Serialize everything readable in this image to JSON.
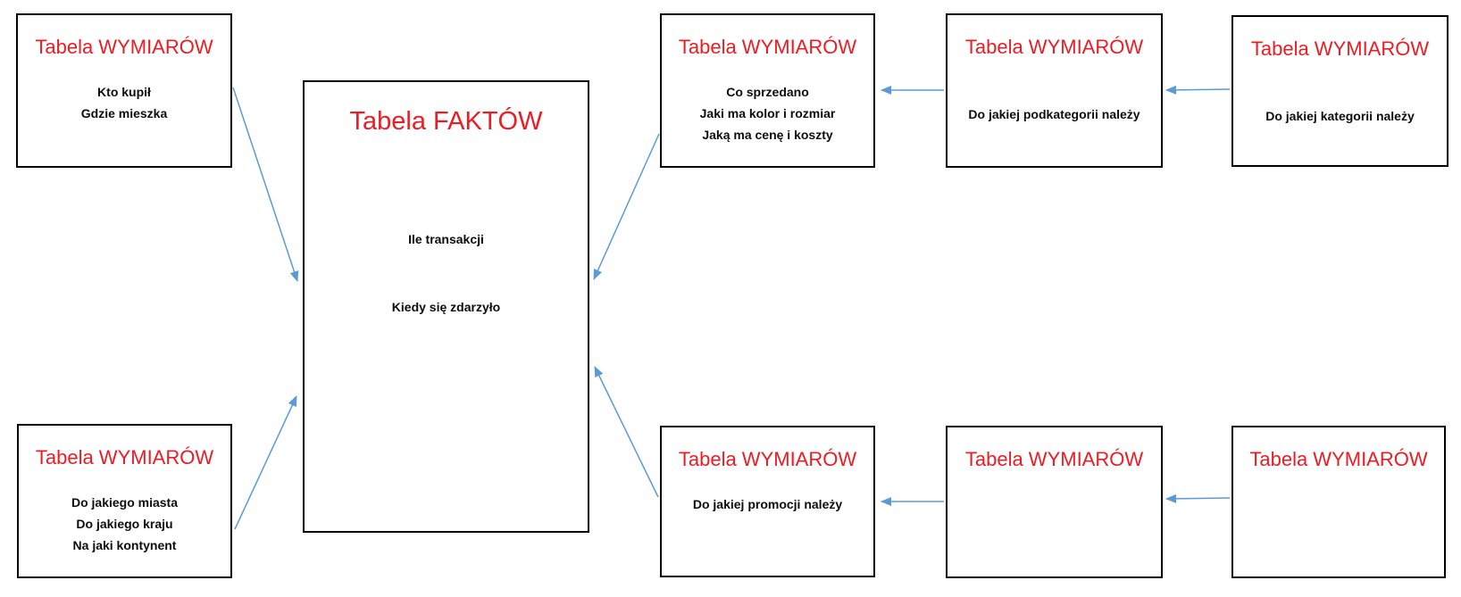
{
  "diagram": {
    "fact_table": {
      "title": "Tabela FAKTÓW",
      "lines": [
        "Ile transakcji",
        "Kiedy się zdarzyło"
      ]
    },
    "dimension_tables": {
      "customer": {
        "title": "Tabela WYMIARÓW",
        "lines": [
          "Kto kupił",
          "Gdzie mieszka"
        ]
      },
      "product": {
        "title": "Tabela WYMIARÓW",
        "lines": [
          "Co sprzedano",
          "Jaki ma kolor i rozmiar",
          "Jaką ma cenę i koszty"
        ]
      },
      "subcategory": {
        "title": "Tabela WYMIARÓW",
        "lines": [
          "Do jakiej podkategorii należy"
        ]
      },
      "category": {
        "title": "Tabela WYMIARÓW",
        "lines": [
          "Do jakiej kategorii należy"
        ]
      },
      "geography": {
        "title": "Tabela WYMIARÓW",
        "lines": [
          "Do jakiego miasta",
          "Do jakiego kraju",
          "Na jaki kontynent"
        ]
      },
      "promotion": {
        "title": "Tabela WYMIARÓW",
        "lines": [
          "Do jakiej promocji należy"
        ]
      },
      "promotion_mid": {
        "title": "Tabela WYMIARÓW",
        "lines": []
      },
      "promotion_right": {
        "title": "Tabela WYMIARÓW",
        "lines": []
      }
    },
    "colors": {
      "title_red": "#ed1c24",
      "body_text": "#0d0d0d",
      "arrow_blue": "#5b9bd5",
      "border": "#000000"
    }
  }
}
